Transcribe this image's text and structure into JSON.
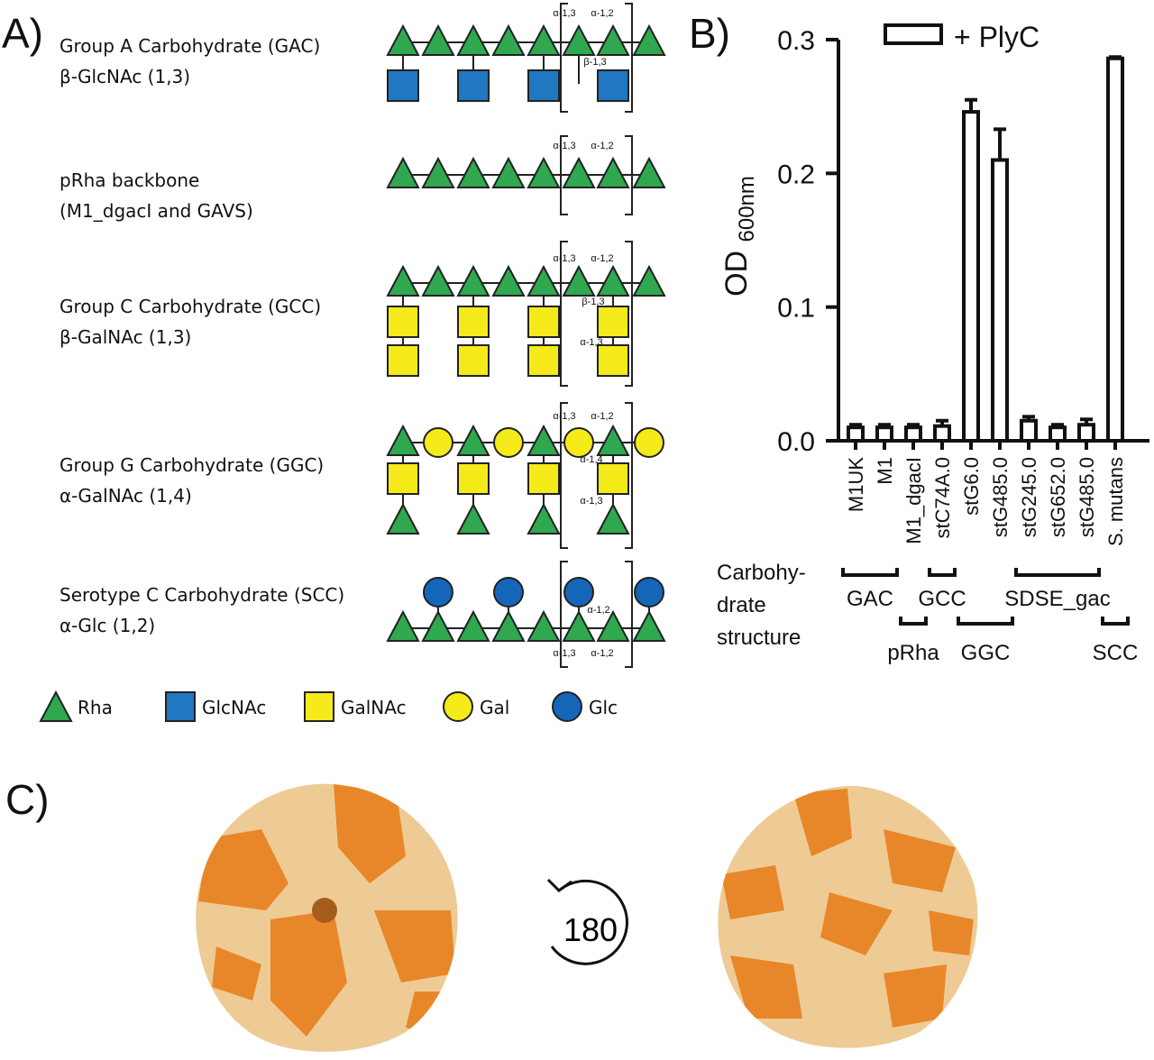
{
  "panel_a": {
    "letter": "A)",
    "carbohydrates": [
      {
        "name": "Group A Carbohydrate (GAC)",
        "linkage": "β-GlcNAc (1,3)"
      },
      {
        "name": "pRha backbone",
        "linkage": "(M1_dgacI and GAVS)"
      },
      {
        "name": "Group C Carbohydrate (GCC)",
        "linkage": "β-GalNAc (1,3)"
      },
      {
        "name": "Group G Carbohydrate (GGC)",
        "linkage": "α-GalNAc (1,4)"
      },
      {
        "name": "Serotype C Carbohydrate (SCC)",
        "linkage": "α-Glc (1,2)"
      }
    ],
    "bond_labels": {
      "a13": "α-1,3",
      "a12": "α-1,2",
      "b13": "β-1,3",
      "a14": "α-1,4"
    },
    "legend": [
      {
        "label": "Rha",
        "shape": "triangle",
        "color": "#2fa84f"
      },
      {
        "label": "GlcNAc",
        "shape": "square",
        "color": "#1f78c1"
      },
      {
        "label": "GalNAc",
        "shape": "square",
        "color": "#f5ea1a"
      },
      {
        "label": "Gal",
        "shape": "circle",
        "color": "#f5ea1a"
      },
      {
        "label": "Glc",
        "shape": "circle",
        "color": "#1466b8"
      }
    ]
  },
  "panel_b": {
    "letter": "B)",
    "legend_label": "+ PlyC",
    "structure_label": [
      "Carbohy-",
      "drate",
      "structure"
    ],
    "groups": [
      {
        "label": "GAC",
        "from": 0,
        "to": 1
      },
      {
        "label": "pRha",
        "from": 2,
        "to": 2
      },
      {
        "label": "GCC",
        "from": 3,
        "to": 3
      },
      {
        "label": "GGC",
        "from": 4,
        "to": 5
      },
      {
        "label": "SDSE_gac",
        "from": 6,
        "to": 8
      },
      {
        "label": "SCC",
        "from": 9,
        "to": 9
      }
    ]
  },
  "chart_data": {
    "type": "bar",
    "categories": [
      "M1UK",
      "M1",
      "M1_dgacI",
      "stC74A.0",
      "stG6.0",
      "stG485.0",
      "stG245.0",
      "stG652.0",
      "stG485.0",
      "S. mutans"
    ],
    "series": [
      {
        "name": "+ PlyC",
        "values": [
          0.01,
          0.01,
          0.01,
          0.011,
          0.246,
          0.21,
          0.015,
          0.01,
          0.012,
          0.286
        ],
        "errors": [
          0.002,
          0.002,
          0.002,
          0.004,
          0.009,
          0.023,
          0.003,
          0.002,
          0.004,
          0.001
        ]
      }
    ],
    "ylabel": "OD 600nm",
    "xlabel": "",
    "ylim": [
      0,
      0.3
    ],
    "yticks": [
      "0.0",
      "0.1",
      "0.2",
      "0.3"
    ],
    "grid": false,
    "legend_position": "top"
  },
  "panel_c": {
    "letter": "C)",
    "rotation": "180",
    "colors": {
      "dark": "#e8872a",
      "light": "#eecb95"
    }
  }
}
